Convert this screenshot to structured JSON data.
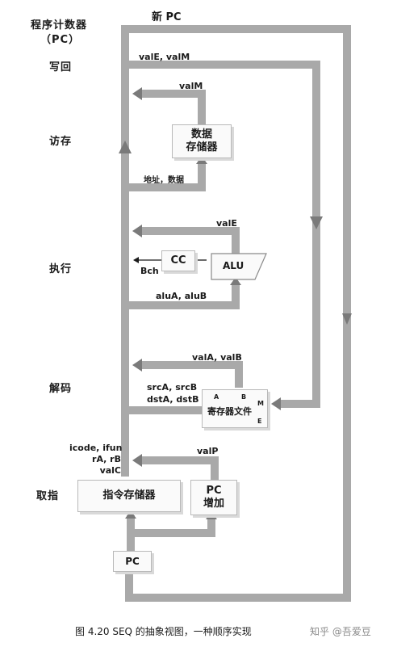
{
  "stages": {
    "pc_register_title": "程序计数器",
    "pc_register_abbr": "（PC）",
    "writeback": "写回",
    "memory": "访存",
    "execute": "执行",
    "decode": "解码",
    "fetch": "取指"
  },
  "blocks": {
    "data_memory_line1": "数据",
    "data_memory_line2": "存储器",
    "cc": "CC",
    "alu": "ALU",
    "register_file": "寄存器文件",
    "port_a": "A",
    "port_b": "B",
    "port_m": "M",
    "port_e": "E",
    "instruction_memory": "指令存储器",
    "pc_increment_line1": "PC",
    "pc_increment_line2": "增加",
    "pc": "PC"
  },
  "signals": {
    "new_pc": "新 PC",
    "vale_valm_writeback": "valE, valM",
    "valm": "valM",
    "addr_data": "地址，数据",
    "vale": "valE",
    "bch": "Bch",
    "alua_alub": "aluA, aluB",
    "vala_valb": "valA, valB",
    "srca_srcb": "srcA, srcB",
    "dsta_dstb": "dstA, dstB",
    "icode_ifun": "icode, ifun",
    "ra_rb": "rA, rB",
    "valc": "valC",
    "valp": "valP"
  },
  "caption": "图 4.20  SEQ 的抽象视图，一种顺序实现",
  "watermark": "知乎 @吾爱豆",
  "colors": {
    "bus": "#a9a9a9",
    "bus_arrow": "#7a7a7a",
    "box_border": "#b9b9b9"
  }
}
